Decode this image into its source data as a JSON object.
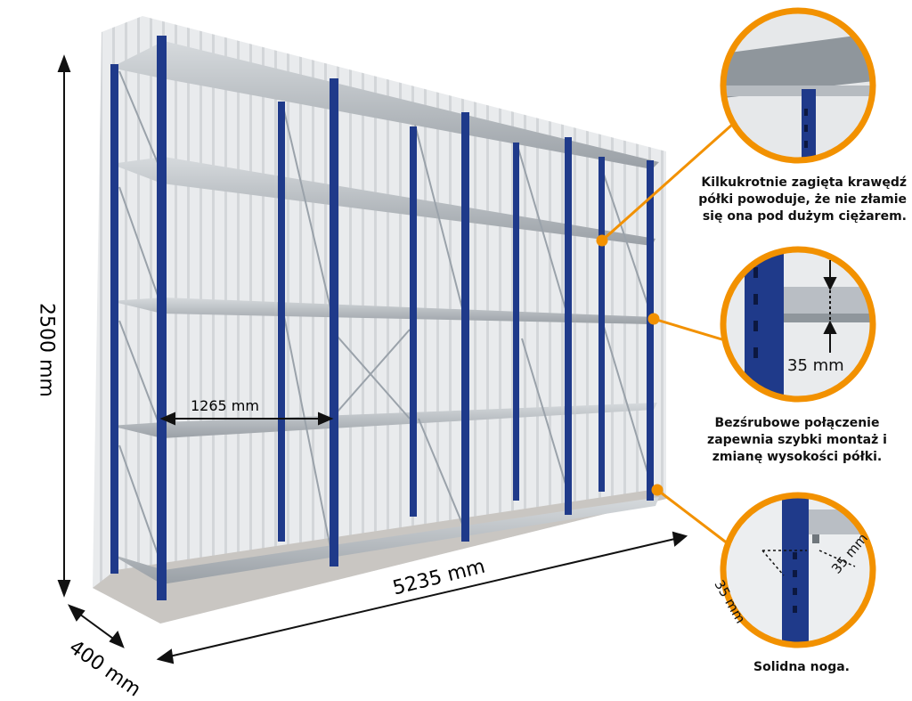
{
  "dimensions": {
    "height": "2500 mm",
    "depth": "400 mm",
    "width": "5235 mm",
    "shelf_span": "1265 mm"
  },
  "details": [
    {
      "caption": "Kilkukrotnie zagięta krawędź półki powoduje, że nie złamie się ona pod dużym ciężarem."
    },
    {
      "caption": "Bezśrubowe połączenie zapewnia szybki montaż i zmianę wysokości półki.",
      "measure": "35 mm"
    },
    {
      "caption": "Solidna noga.",
      "measure_a": "35 mm",
      "measure_b": "35 mm"
    }
  ],
  "colors": {
    "upright": "#1f3a8a",
    "shelf": "#b9bec4",
    "wall": "#e6e8ea",
    "callout_ring": "#f29100",
    "dim_line": "#111111"
  }
}
